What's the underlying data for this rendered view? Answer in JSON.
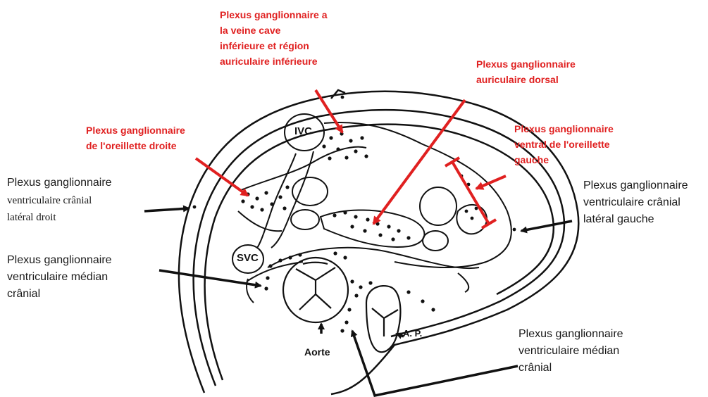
{
  "colors": {
    "label_red": "#e02020",
    "label_black": "#1a1a1a",
    "ink": "#111111",
    "background": "#ffffff"
  },
  "labels": {
    "ivc_plexus": "Plexus ganglionnaire a\nla veine cave\ninférieure et région\nauriculaire inférieure",
    "dorsal_atrial_plexus": "Plexus ganglionnaire\nauriculaire dorsal",
    "right_atrium_plexus": "Plexus ganglionnaire\nde l'oreillette droite",
    "left_atrium_ventral_plexus": "Plexus ganglionnaire\nventral de l'oreillette\ngauche",
    "right_lateral_title": "Plexus ganglionnaire",
    "right_lateral_sub": "ventriculaire crânial\nlatéral droit",
    "left_lateral": "Plexus ganglionnaire\nventriculaire crânial\nlatéral gauche",
    "median_left": "Plexus ganglionnaire\nventriculaire  médian\ncrânial",
    "median_right": "Plexus ganglionnaire\nventriculaire médian\ncrânial"
  },
  "structures": {
    "ivc": "IVC",
    "svc": "SVC",
    "aorta": "Aorte",
    "pulmonary_artery": "A. P."
  }
}
